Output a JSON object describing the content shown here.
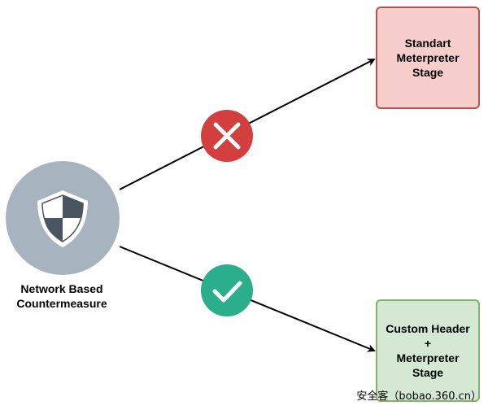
{
  "countermeasure": {
    "label_line1": "Network Based",
    "label_line2": "Countermeasure",
    "icon": "shield-icon",
    "circle_color": "#a7b4c0"
  },
  "boxes": {
    "standard": {
      "line1": "Standart",
      "line2": "Meterpreter",
      "line3": "Stage",
      "fill": "#f8cecc",
      "stroke": "#b85450"
    },
    "custom": {
      "line1": "Custom Header",
      "line2": "+",
      "line3": "Meterpreter",
      "line4": "Stage",
      "fill": "#d5e8d4",
      "stroke": "#82b366"
    }
  },
  "markers": {
    "blocked": {
      "icon": "x-icon",
      "color": "#d33f3f"
    },
    "allowed": {
      "icon": "check-icon",
      "color": "#2bae8c"
    }
  },
  "watermark": "安全客（bobao.360.cn）"
}
